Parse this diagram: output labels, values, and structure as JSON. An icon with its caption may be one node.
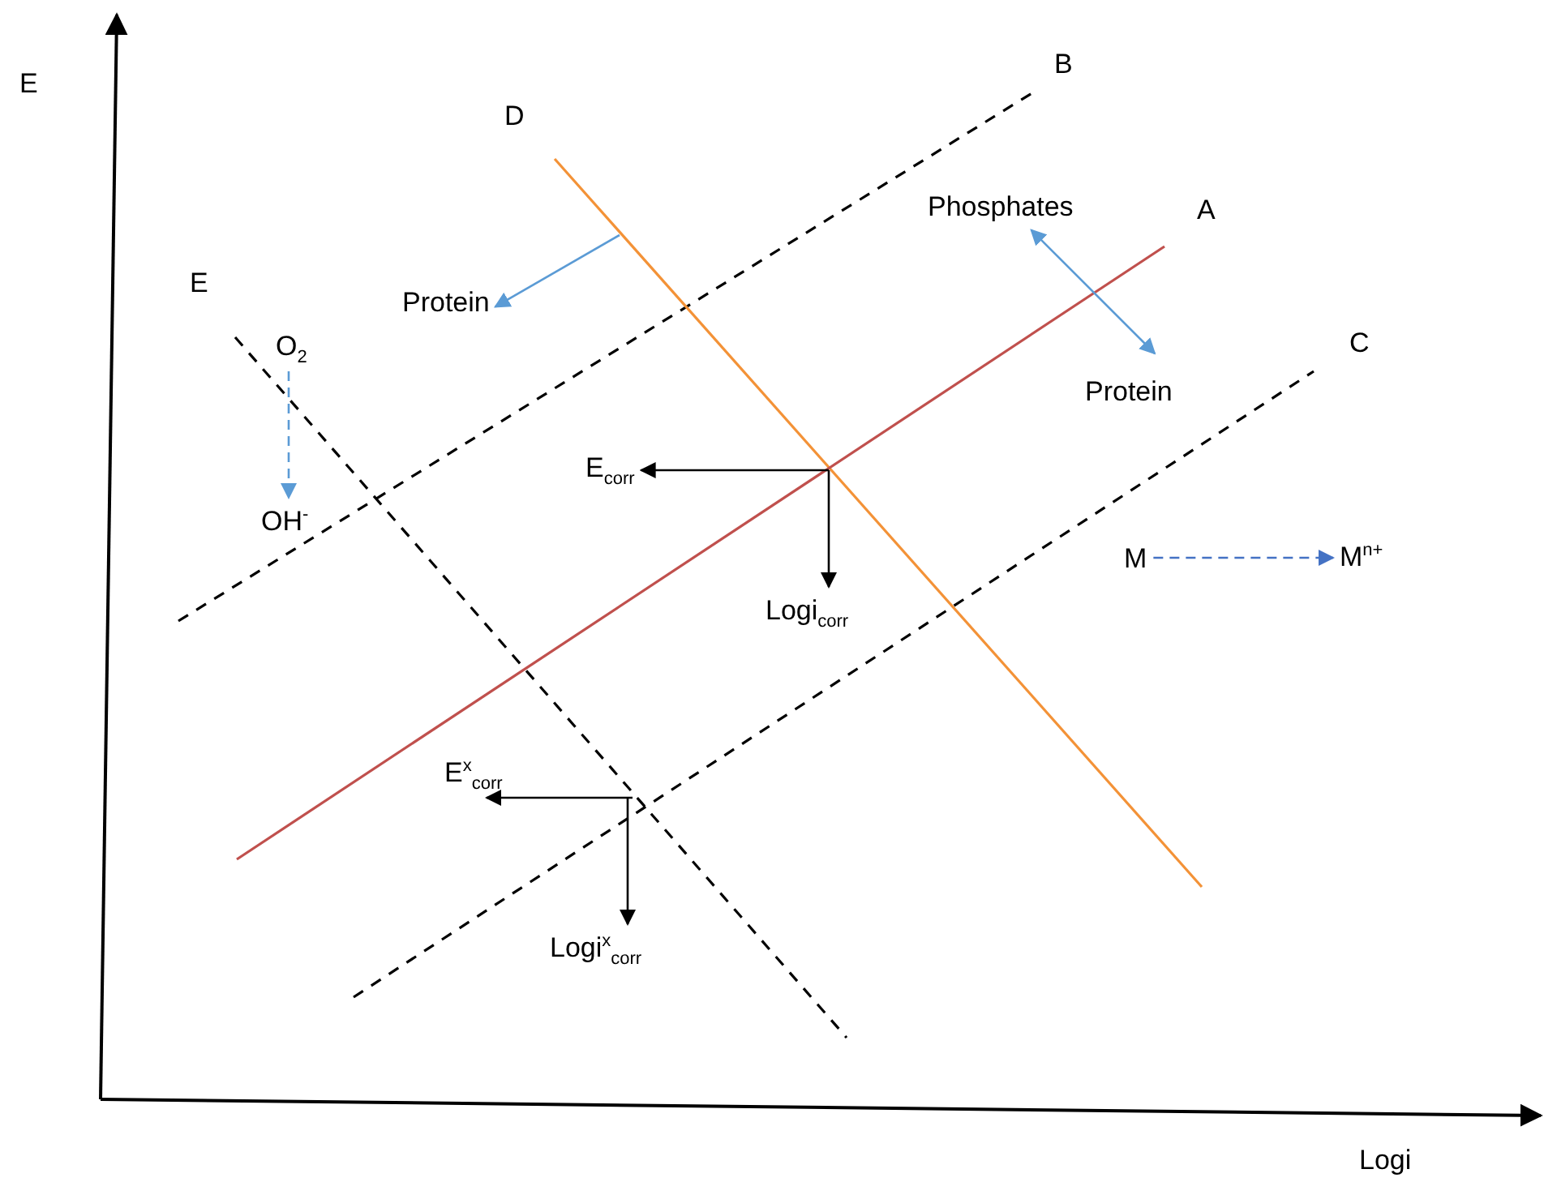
{
  "diagram": {
    "nodes": [
      {
        "text": [
          "Protein"
        ]
      },
      {
        "text": [
          "Phosphates"
        ]
      },
      {
        "text": [
          "Protein"
        ]
      },
      {
        "text": [
          "O$_{2}$"
        ]
      },
      {
        "text": [
          "OH$^{-}$"
        ]
      },
      {
        "text": [
          "E$_{corr}$"
        ]
      },
      {
        "text": [
          "Logi$_{corr}$"
        ]
      },
      {
        "text": [
          "E$^{x}$$_{corr}$"
        ]
      },
      {
        "text": [
          "Logi$^{x}$$_{corr}$"
        ]
      },
      {
        "text": [
          "M"
        ]
      },
      {
        "text": [
          "M$^{n+}$"
        ]
      }
    ],
    "edges": [
      {
        "from": null,
        "to": 0,
        "arrow": "to",
        "color": "#5b9bd5"
      },
      {
        "from": 1,
        "to": 2,
        "arrow": "both",
        "color": "#5b9bd5"
      },
      {
        "from": 3,
        "to": 4,
        "arrow": "to",
        "style": "dashed",
        "color": "#5b9bd5"
      },
      {
        "from": null,
        "to": 5,
        "arrow": "to"
      },
      {
        "from": null,
        "to": 6,
        "arrow": "to"
      },
      {
        "from": null,
        "to": 7,
        "arrow": "to"
      },
      {
        "from": null,
        "to": 8,
        "arrow": "to"
      },
      {
        "from": 9,
        "to": 10,
        "arrow": "to",
        "style": "dashed",
        "color": "#4472c4"
      }
    ],
    "labels": [
      "B",
      "E",
      "D",
      "A",
      "E",
      "C",
      "Logi"
    ]
  }
}
